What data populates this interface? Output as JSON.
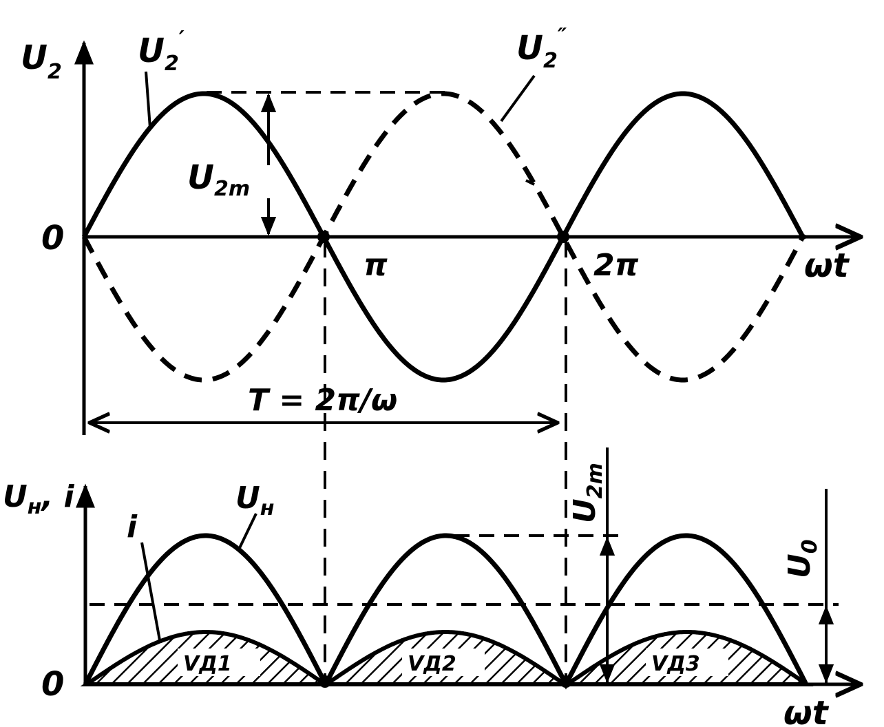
{
  "top": {
    "y_axis_label": "U",
    "y_axis_sub": "2",
    "origin_label": "0",
    "curve1_label": "U",
    "curve1_sub": "2",
    "curve1_prime": "′",
    "curve2_label": "U",
    "curve2_sub": "2",
    "curve2_prime": "″",
    "amplitude_label": "U",
    "amplitude_sub": "2m",
    "pi_label": "π",
    "two_pi_label": "2π",
    "x_axis_label": "ωt",
    "period_label": "T = 2π/ω"
  },
  "bottom": {
    "y_axis_label": "U",
    "y_axis_sub": "н",
    "y_axis_suffix": ", i",
    "origin_label": "0",
    "current_label": "i",
    "load_voltage_label": "U",
    "load_voltage_sub": "н",
    "amplitude_label": "U",
    "amplitude_sub": "2m",
    "avg_label": "U",
    "avg_sub": "0",
    "diode1_label": "VД1",
    "diode2_label": "VД2",
    "diode3_label": "VД3",
    "x_axis_label": "ωt"
  },
  "colors": {
    "ink": "#000000",
    "paper": "#ffffff"
  }
}
